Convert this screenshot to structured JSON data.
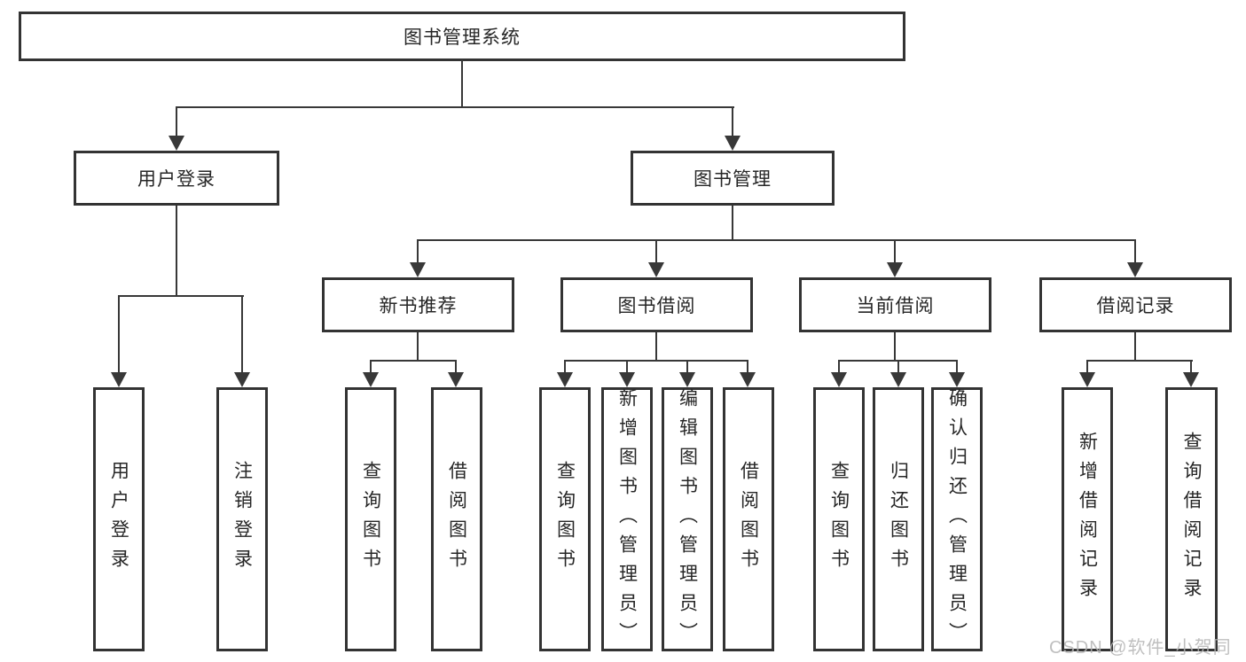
{
  "diagram": {
    "tree": {
      "label": "图书管理系统",
      "children": [
        {
          "label": "用户登录",
          "children": [
            {
              "label": "用户登录"
            },
            {
              "label": "注销登录"
            }
          ]
        },
        {
          "label": "图书管理",
          "children": [
            {
              "label": "新书推荐",
              "children": [
                {
                  "label": "查询图书"
                },
                {
                  "label": "借阅图书"
                }
              ]
            },
            {
              "label": "图书借阅",
              "children": [
                {
                  "label": "查询图书"
                },
                {
                  "label": "新增图书（管理员）"
                },
                {
                  "label": "编辑图书（管理员）"
                },
                {
                  "label": "借阅图书"
                }
              ]
            },
            {
              "label": "当前借阅",
              "children": [
                {
                  "label": "查询图书"
                },
                {
                  "label": "归还图书"
                },
                {
                  "label": "确认归还（管理员）"
                }
              ]
            },
            {
              "label": "借阅记录",
              "children": [
                {
                  "label": "新增借阅记录"
                },
                {
                  "label": "查询借阅记录"
                }
              ]
            }
          ]
        }
      ]
    }
  },
  "watermark": "CSDN @软件_小贺同学",
  "colors": {
    "line": "#383838",
    "box_border": "#333333",
    "text": "#262626",
    "watermark": "#b5b5b5",
    "background": "#ffffff"
  }
}
